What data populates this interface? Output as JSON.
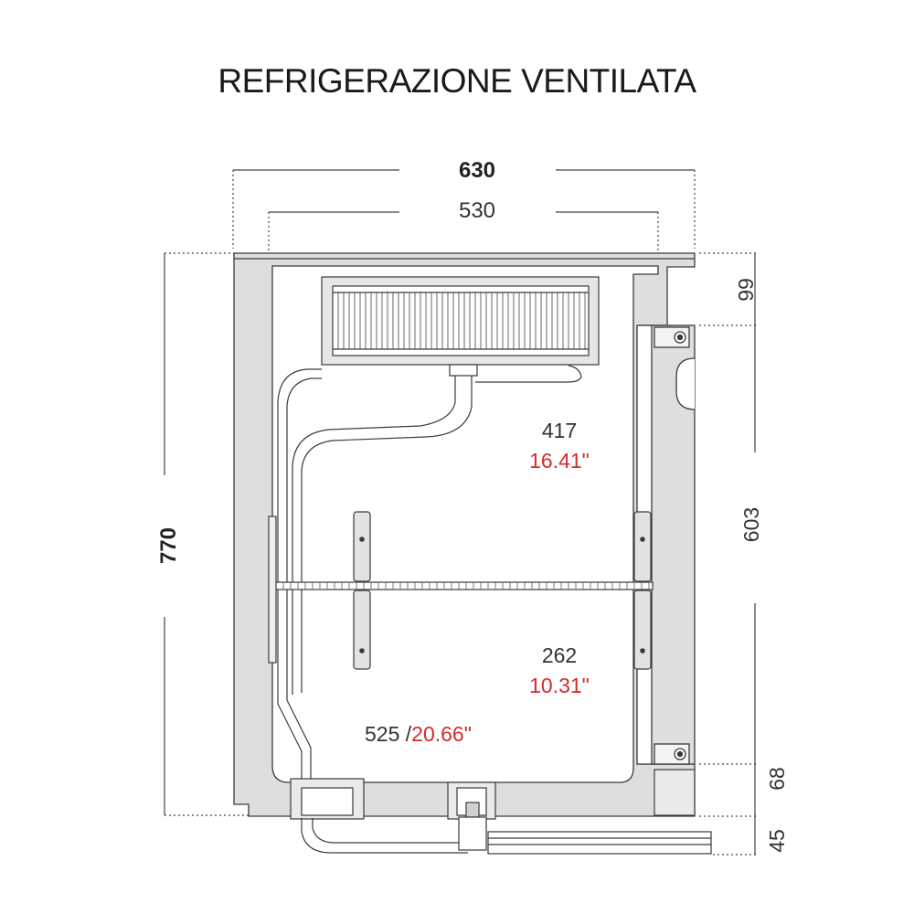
{
  "title": "REFRIGERAZIONE VENTILATA",
  "dimensions": {
    "outer_width": "630",
    "inner_width": "530",
    "total_height": "770",
    "top_section": "99",
    "door_height": "603",
    "base_section": "68",
    "feet": "45",
    "upper_compartment_mm": "417",
    "upper_compartment_in": "16.41\"",
    "lower_compartment_mm": "262",
    "lower_compartment_in": "10.31\"",
    "inner_depth_mm": "525 /",
    "inner_depth_in": "20.66\""
  },
  "colors": {
    "panel_fill": "#dedede",
    "stroke": "#3a3a3a",
    "accent_red": "#d9292b",
    "dim_line": "#444444"
  }
}
